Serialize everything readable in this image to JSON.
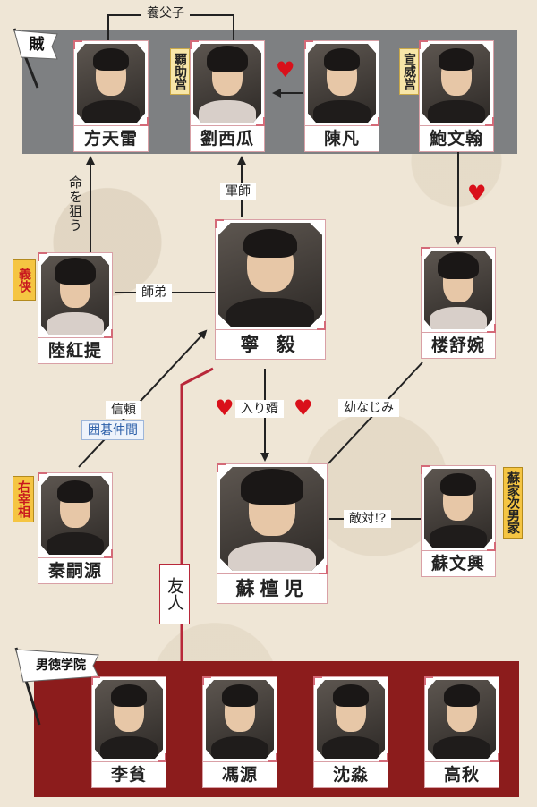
{
  "groups": {
    "bandits": {
      "flag": "賊",
      "color": "#7e8082"
    },
    "school": {
      "flag": "男徳学院",
      "color": "#8c1c1c"
    }
  },
  "people": {
    "fang_tianlei": "方天雷",
    "liu_xigua": "劉西瓜",
    "chen_fan": "陳凡",
    "bao_wenhan": "鮑文翰",
    "ning_yi": "寧 毅",
    "lu_hongti": "陸紅提",
    "lou_shuwan": "楼舒婉",
    "qin_siyuan": "秦嗣源",
    "su_tanger": "蘇檀児",
    "su_wenxing": "蘇文興",
    "li_pin": "李貧",
    "feng_yuan": "馮源",
    "shen_miao": "沈淼",
    "gao_qiu": "高秋"
  },
  "tags": {
    "liu_xigua": "覇助営",
    "bao_wenhan": "宣威営",
    "lu_hongti": "義侠",
    "qin_siyuan": "右宰相",
    "su_wenxing": "蘇家次男家"
  },
  "relations": {
    "adoptive": "養父子",
    "assassin": "命を狙う",
    "strategist": "軍師",
    "brother": "師弟",
    "trust": "信頼",
    "go": "囲碁仲間",
    "married_in": "入り婿",
    "childhood": "幼なじみ",
    "rival": "敵対!?",
    "friend": "友人"
  },
  "symbols": {
    "heart": "♥"
  },
  "colors": {
    "accent_red": "#d9101a",
    "frame_pink": "#d9a0a6",
    "line": "#222222",
    "friend_line": "#b8283a"
  }
}
